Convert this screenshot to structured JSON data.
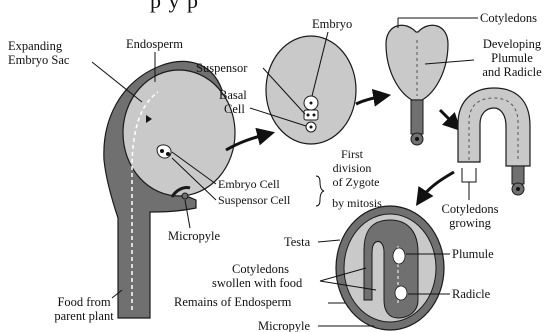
{
  "title_fragment": "p                y              p",
  "colors": {
    "tissue_dark": "#707070",
    "tissue_light": "#c9c9c9",
    "outline": "#1a1a1a",
    "arrow": "#111111",
    "background": "#ffffff"
  },
  "stage1": {
    "expanding_embryo_sac": [
      "Expanding",
      "Embryo Sac"
    ],
    "endosperm": "Endosperm",
    "embryo_cell": "Embryo Cell",
    "suspensor_cell": "Suspensor Cell",
    "first_division": [
      "First",
      "division",
      "of Zygote",
      "by mitosis"
    ],
    "micropyle": "Micropyle",
    "food_from_parent": [
      "Food from",
      "parent plant"
    ]
  },
  "stage2": {
    "embryo": "Embryo",
    "suspensor": "Suspensor",
    "basal_cell": [
      "Basal",
      "Cell"
    ]
  },
  "stage3": {
    "cotyledons": "Cotyledons",
    "developing": [
      "Developing",
      "Plumule",
      "and Radicle"
    ]
  },
  "stage4": {
    "cotyledons_growing": [
      "Cotyledons",
      "growing"
    ]
  },
  "stage5": {
    "testa": "Testa",
    "plumule": "Plumule",
    "cotyledons_swollen": [
      "Cotyledons",
      "swollen with food"
    ],
    "radicle": "Radicle",
    "remains_endosperm": "Remains of Endosperm",
    "micropyle": "Micropyle"
  }
}
